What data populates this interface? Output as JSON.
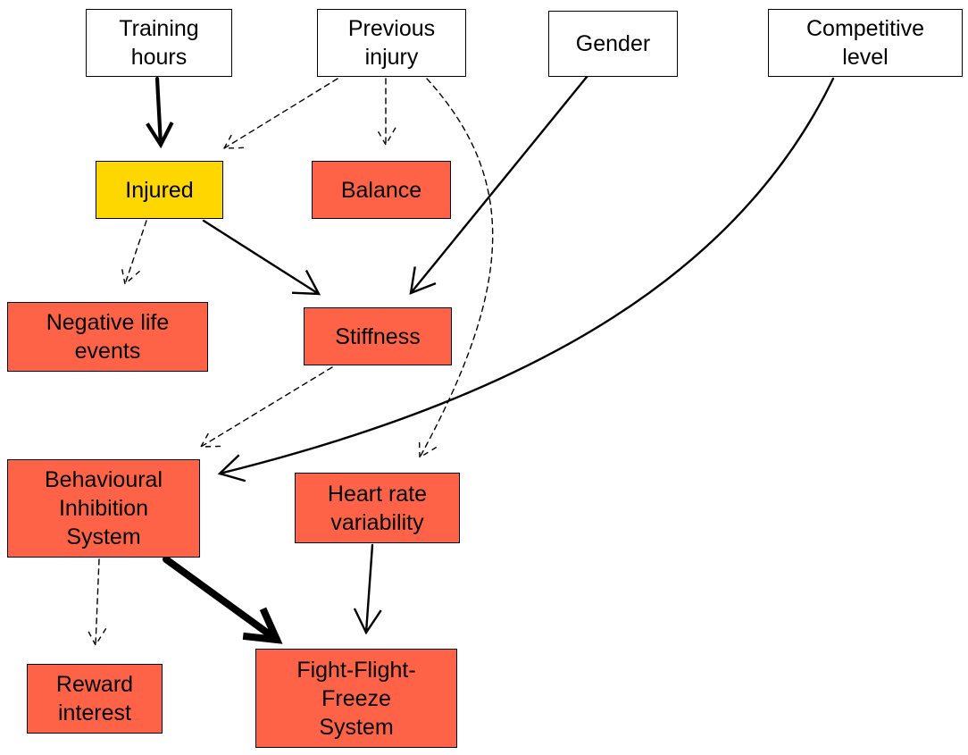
{
  "colors": {
    "input": "#ffffff",
    "injured": "#ffd700",
    "outcome": "#ff6347",
    "edge": "#000000"
  },
  "nodes": {
    "training_hours": {
      "label": "Training\nhours",
      "kind": "input"
    },
    "previous_injury": {
      "label": "Previous\ninjury",
      "kind": "input"
    },
    "gender": {
      "label": "Gender",
      "kind": "input"
    },
    "competitive_level": {
      "label": "Competitive\nlevel",
      "kind": "input"
    },
    "injured": {
      "label": "Injured",
      "kind": "injured"
    },
    "balance": {
      "label": "Balance",
      "kind": "outcome"
    },
    "negative_life_events": {
      "label": "Negative life\nevents",
      "kind": "outcome"
    },
    "stiffness": {
      "label": "Stiffness",
      "kind": "outcome"
    },
    "behavioural_inhibition_system": {
      "label": "Behavioural\nInhibition\nSystem",
      "kind": "outcome"
    },
    "heart_rate_variability": {
      "label": "Heart rate\nvariability",
      "kind": "outcome"
    },
    "reward_interest": {
      "label": "Reward\ninterest",
      "kind": "outcome"
    },
    "fight_flight_freeze_system": {
      "label": "Fight-Flight-\nFreeze\nSystem",
      "kind": "outcome"
    }
  },
  "edges": [
    {
      "from": "training_hours",
      "to": "injured",
      "style": "solid",
      "weight": "strong"
    },
    {
      "from": "previous_injury",
      "to": "injured",
      "style": "dashed",
      "weight": "weak"
    },
    {
      "from": "previous_injury",
      "to": "balance",
      "style": "dashed",
      "weight": "weak"
    },
    {
      "from": "previous_injury",
      "to": "heart_rate_variability",
      "style": "dashed",
      "weight": "weak"
    },
    {
      "from": "gender",
      "to": "stiffness",
      "style": "solid",
      "weight": "normal"
    },
    {
      "from": "competitive_level",
      "to": "behavioural_inhibition_system",
      "style": "solid",
      "weight": "normal"
    },
    {
      "from": "injured",
      "to": "negative_life_events",
      "style": "dashed",
      "weight": "weak"
    },
    {
      "from": "injured",
      "to": "stiffness",
      "style": "solid",
      "weight": "normal"
    },
    {
      "from": "stiffness",
      "to": "behavioural_inhibition_system",
      "style": "dashed",
      "weight": "weak"
    },
    {
      "from": "behavioural_inhibition_system",
      "to": "reward_interest",
      "style": "dashed",
      "weight": "weak"
    },
    {
      "from": "behavioural_inhibition_system",
      "to": "fight_flight_freeze_system",
      "style": "solid",
      "weight": "heavy"
    },
    {
      "from": "heart_rate_variability",
      "to": "fight_flight_freeze_system",
      "style": "solid",
      "weight": "normal"
    }
  ]
}
